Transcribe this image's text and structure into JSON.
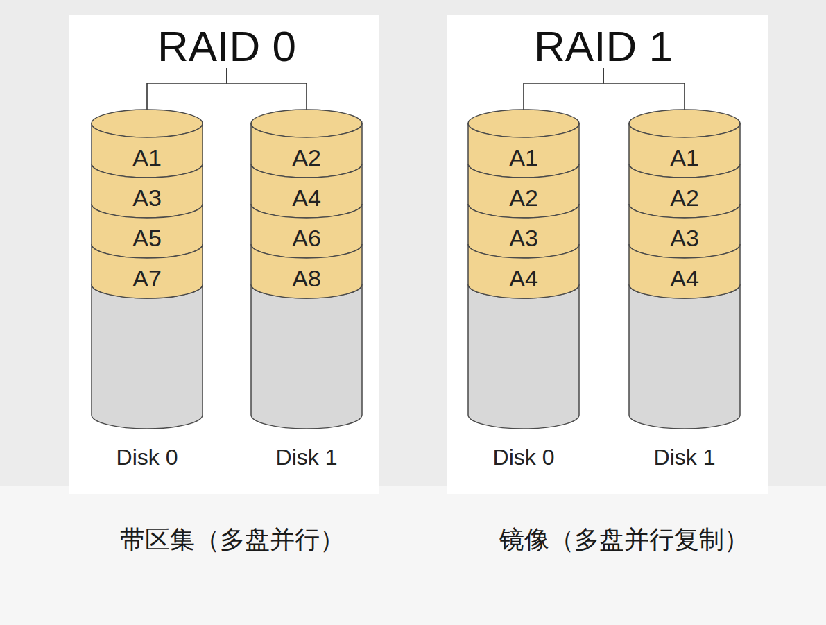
{
  "diagram": {
    "nodes": [
      {
        "text": [
          "RAID 0"
        ]
      },
      {
        "text": [
          "Disk 0"
        ]
      },
      {
        "text": [
          "A1"
        ],
        "in": 1
      },
      {
        "text": [
          "A3"
        ],
        "in": 1
      },
      {
        "text": [
          "A5"
        ],
        "in": 1
      },
      {
        "text": [
          "A7"
        ],
        "in": 1
      },
      {
        "text": [
          "Disk 1"
        ]
      },
      {
        "text": [
          "A2"
        ],
        "in": 6
      },
      {
        "text": [
          "A4"
        ],
        "in": 6
      },
      {
        "text": [
          "A6"
        ],
        "in": 6
      },
      {
        "text": [
          "A8"
        ],
        "in": 6
      },
      {
        "text": [
          "RAID 1"
        ]
      },
      {
        "text": [
          "Disk 0"
        ]
      },
      {
        "text": [
          "A1"
        ],
        "in": 12
      },
      {
        "text": [
          "A2"
        ],
        "in": 12
      },
      {
        "text": [
          "A3"
        ],
        "in": 12
      },
      {
        "text": [
          "A4"
        ],
        "in": 12
      },
      {
        "text": [
          "Disk 1"
        ]
      },
      {
        "text": [
          "A1"
        ],
        "in": 17
      },
      {
        "text": [
          "A2"
        ],
        "in": 17
      },
      {
        "text": [
          "A3"
        ],
        "in": 17
      },
      {
        "text": [
          "A4"
        ],
        "in": 17
      }
    ],
    "edges": [
      {
        "from": 0,
        "to": 1,
        "arrow": "none"
      },
      {
        "from": 0,
        "to": 6,
        "arrow": "none"
      },
      {
        "from": 11,
        "to": 12,
        "arrow": "none"
      },
      {
        "from": 11,
        "to": 17,
        "arrow": "none"
      }
    ],
    "labels": [
      "带区集（多盘并行）",
      "镜像（多盘并行复制）"
    ]
  }
}
